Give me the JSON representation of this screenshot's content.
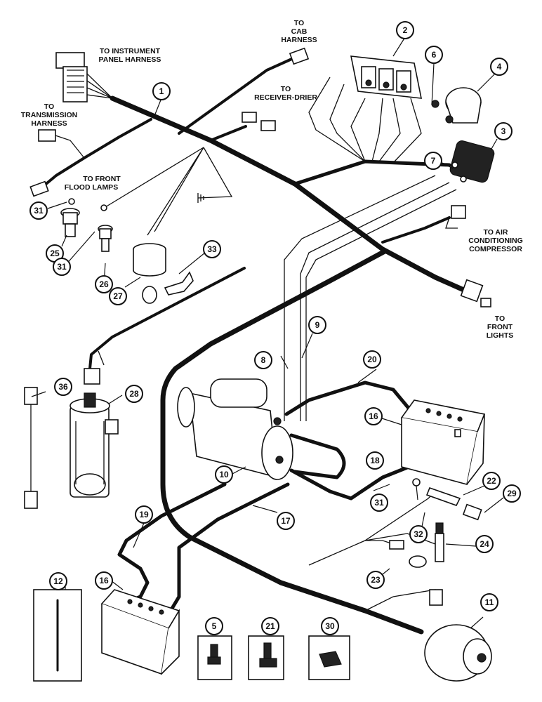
{
  "labels": {
    "instrument_panel_1": "TO INSTRUMENT",
    "instrument_panel_2": "PANEL HARNESS",
    "cab_1": "TO",
    "cab_2": "CAB",
    "cab_3": "HARNESS",
    "transmission_1": "TO",
    "transmission_2": "TRANSMISSION",
    "transmission_3": "HARNESS",
    "receiver_1": "TO",
    "receiver_2": "RECEIVER-DRIER",
    "flood_1": "TO FRONT",
    "flood_2": "FLOOD LAMPS",
    "ac_1": "TO AIR",
    "ac_2": "CONDITIONING",
    "ac_3": "COMPRESSOR",
    "lights_1": "TO",
    "lights_2": "FRONT",
    "lights_3": "LIGHTS"
  },
  "callouts": {
    "c1": "1",
    "c2": "2",
    "c3": "3",
    "c4": "4",
    "c5": "5",
    "c6": "6",
    "c7": "7",
    "c8": "8",
    "c9": "9",
    "c10": "10",
    "c11": "11",
    "c12": "12",
    "c16a": "16",
    "c16b": "16",
    "c17": "17",
    "c18": "18",
    "c19": "19",
    "c20": "20",
    "c21": "21",
    "c22": "22",
    "c23": "23",
    "c24": "24",
    "c25": "25",
    "c26": "26",
    "c27": "27",
    "c28": "28",
    "c29": "29",
    "c30": "30",
    "c31a": "31",
    "c31b": "31",
    "c31c": "31",
    "c32": "32",
    "c33": "33",
    "c36": "36"
  }
}
